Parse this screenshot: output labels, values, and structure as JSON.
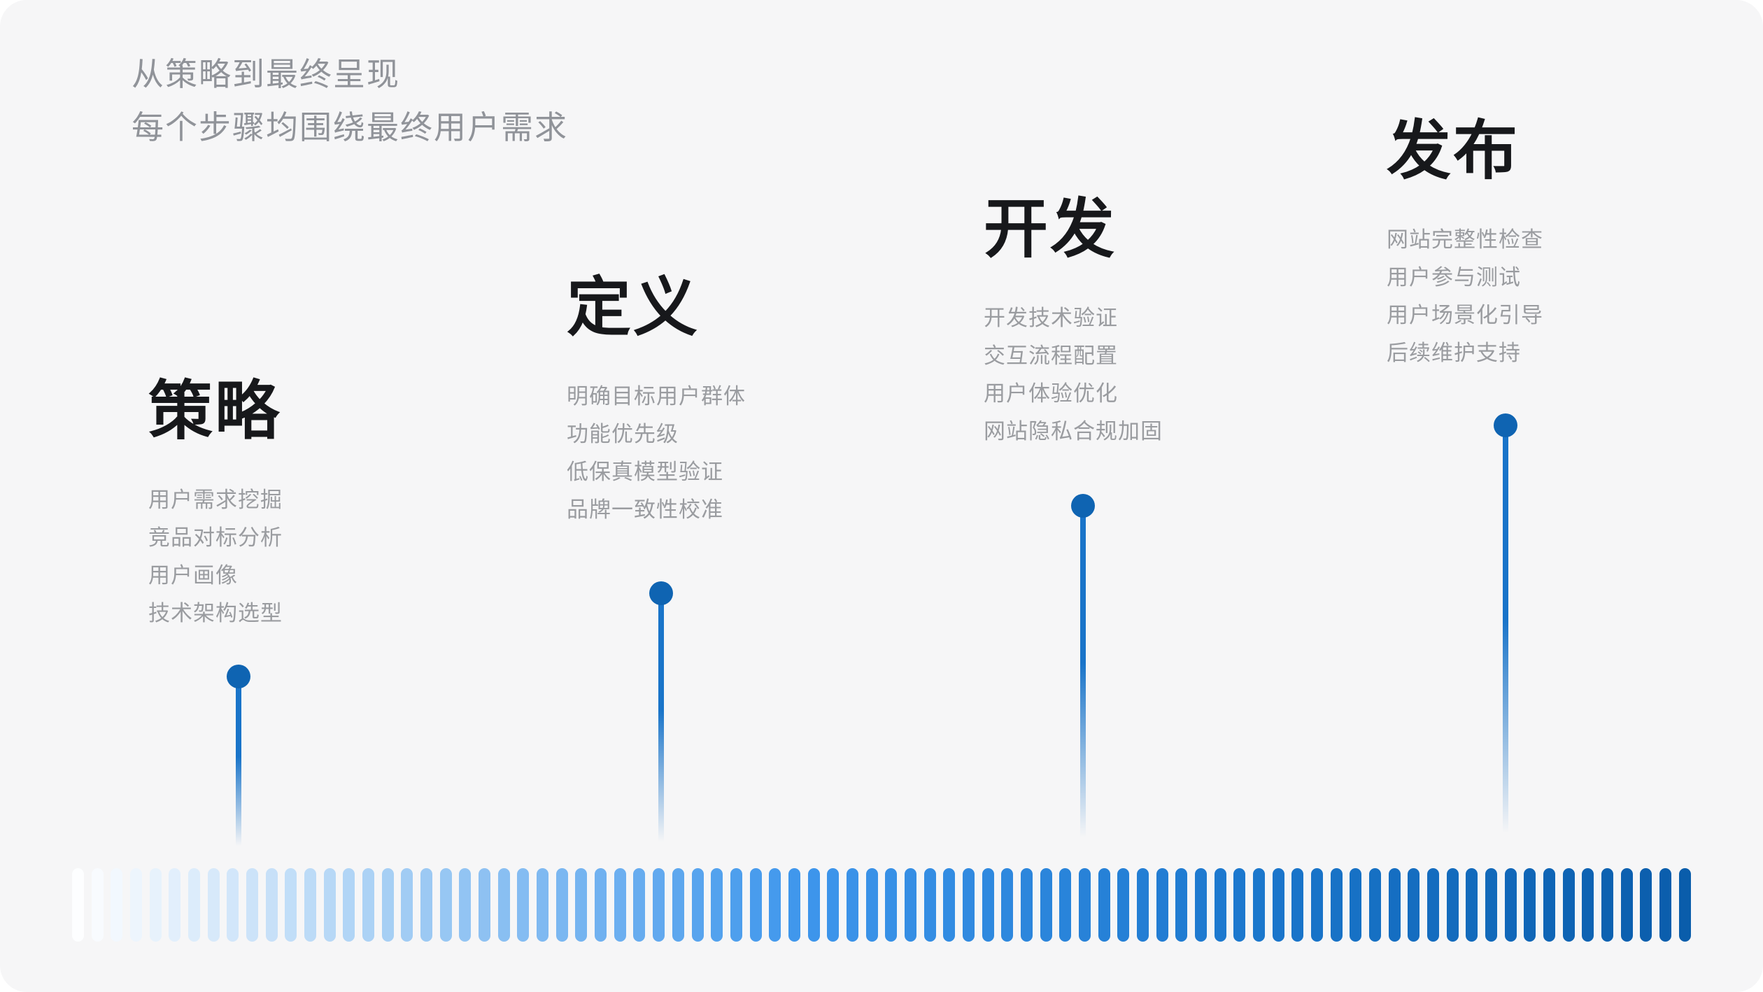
{
  "subtitle": {
    "line1": "从策略到最终呈现",
    "line2": "每个步骤均围绕最终用户需求"
  },
  "stages": [
    {
      "title": "策略",
      "items": [
        "用户需求挖掘",
        "竞品对标分析",
        "用户画像",
        "技术架构选型"
      ]
    },
    {
      "title": "定义",
      "items": [
        "明确目标用户群体",
        "功能优先级",
        "低保真模型验证",
        "品牌一致性校准"
      ]
    },
    {
      "title": "开发",
      "items": [
        "开发技术验证",
        "交互流程配置",
        "用户体验优化",
        "网站隐私合规加固"
      ]
    },
    {
      "title": "发布",
      "items": [
        "网站完整性检查",
        "用户参与测试",
        "用户场景化引导",
        "后续维护支持"
      ]
    }
  ],
  "timeline": {
    "dash_count": 84,
    "dash_color_stops": [
      [
        0.0,
        "#fdfeff"
      ],
      [
        0.2,
        "#a3cdf4"
      ],
      [
        0.45,
        "#3e96ec"
      ],
      [
        0.73,
        "#1b77cd"
      ],
      [
        1.0,
        "#0a5dab"
      ]
    ]
  },
  "colors": {
    "card_bg": "#f6f6f7",
    "heading": "#17181b",
    "subtitle": "#909399",
    "item_text": "#9a9ca0",
    "marker_dot": "#0f64b2",
    "marker_stem": "#1974c9"
  }
}
